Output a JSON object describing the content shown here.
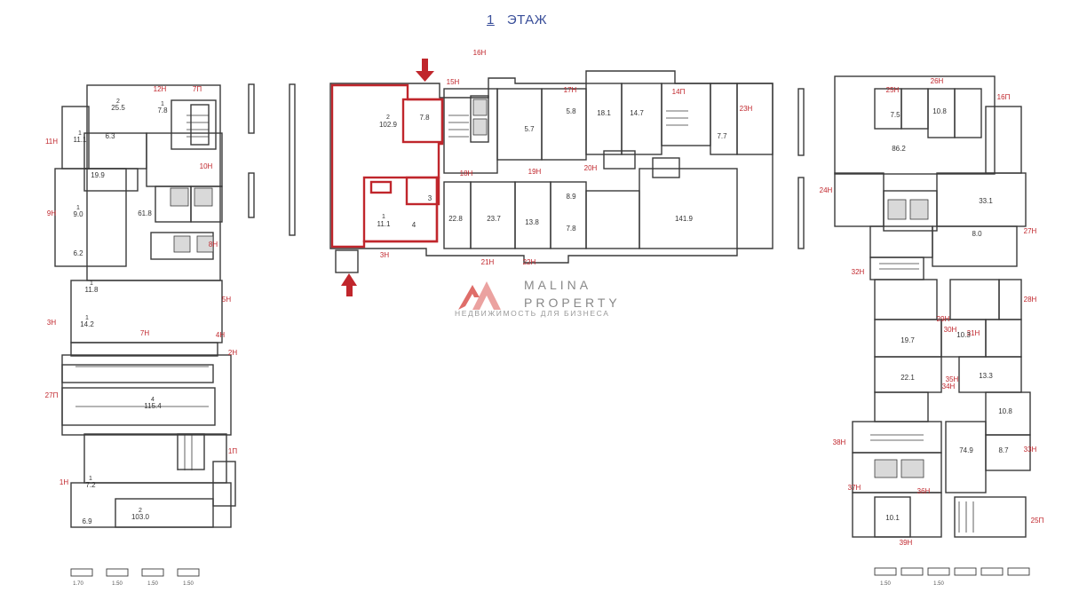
{
  "title": {
    "prefix": "1",
    "text": "ЭТАЖ"
  },
  "brand": {
    "name_line1": "MALINA",
    "name_line2": "PROPERTY",
    "tagline": "НЕДВИЖИМОСТЬ ДЛЯ БИЗНЕСА",
    "accent": "#d9534f"
  },
  "colors": {
    "walls": "#3a3a3a",
    "highlight": "#c0262c",
    "unit_labels": "#c0262c"
  },
  "highlighted_unit": {
    "label": "3Н",
    "rooms": [
      {
        "num": "2",
        "area": "102.9"
      },
      {
        "num": "",
        "area": "7.8"
      },
      {
        "num": "1",
        "area": "11.1"
      },
      {
        "num": "",
        "area": "4"
      },
      {
        "num": "",
        "area": "3"
      }
    ]
  },
  "unit_labels_left": [
    "12Н",
    "7П",
    "11Н",
    "10Н",
    "9Н",
    "8Н",
    "5Н",
    "3Н",
    "7Н",
    "4Н",
    "2Н",
    "27П",
    "1П",
    "1Н"
  ],
  "rooms_left": [
    {
      "num": "2",
      "area": "25.5"
    },
    {
      "num": "1",
      "area": "7.8"
    },
    {
      "num": "1",
      "area": "11.1"
    },
    {
      "num": "",
      "area": "6.3"
    },
    {
      "num": "",
      "area": "19.9"
    },
    {
      "num": "1",
      "area": "9.0"
    },
    {
      "num": "",
      "area": "61.8"
    },
    {
      "num": "",
      "area": "6.2"
    },
    {
      "num": "1",
      "area": "11.8"
    },
    {
      "num": "1",
      "area": "14.2"
    },
    {
      "num": "4",
      "area": "115.4"
    },
    {
      "num": "1",
      "area": "7.2"
    },
    {
      "num": "2",
      "area": "103.0"
    },
    {
      "num": "",
      "area": "6.9"
    }
  ],
  "unit_labels_center": [
    "16Н",
    "15Н",
    "17Н",
    "14П",
    "23Н",
    "18Н",
    "19Н",
    "20Н",
    "21Н",
    "22Н"
  ],
  "rooms_center": [
    {
      "num": "",
      "area": "5.7"
    },
    {
      "num": "",
      "area": "5.8"
    },
    {
      "num": "",
      "area": "18.1"
    },
    {
      "num": "",
      "area": "14.7"
    },
    {
      "num": "",
      "area": "7.7"
    },
    {
      "num": "",
      "area": "22.8"
    },
    {
      "num": "",
      "area": "23.7"
    },
    {
      "num": "",
      "area": "13.8"
    },
    {
      "num": "",
      "area": "8.9"
    },
    {
      "num": "",
      "area": "7.8"
    },
    {
      "num": "",
      "area": "141.9"
    }
  ],
  "unit_labels_right": [
    "25Н",
    "26Н",
    "16П",
    "24Н",
    "27Н",
    "32Н",
    "28Н",
    "29Н",
    "30Н",
    "31Н",
    "35Н",
    "34Н",
    "38Н",
    "33Н",
    "37Н",
    "36Н",
    "25П",
    "39Н"
  ],
  "rooms_right": [
    {
      "num": "",
      "area": "7.5"
    },
    {
      "num": "",
      "area": "10.8"
    },
    {
      "num": "",
      "area": "86.2"
    },
    {
      "num": "",
      "area": "33.1"
    },
    {
      "num": "",
      "area": "8.0"
    },
    {
      "num": "",
      "area": "19.7"
    },
    {
      "num": "",
      "area": "10.3"
    },
    {
      "num": "",
      "area": "22.1"
    },
    {
      "num": "",
      "area": "13.3"
    },
    {
      "num": "",
      "area": "10.8"
    },
    {
      "num": "",
      "area": "74.9"
    },
    {
      "num": "",
      "area": "8.7"
    },
    {
      "num": "",
      "area": "10.1"
    }
  ],
  "scale_labels": [
    "1.70",
    "1.50",
    "1.50",
    "1.50",
    "1.50",
    "1.50"
  ]
}
